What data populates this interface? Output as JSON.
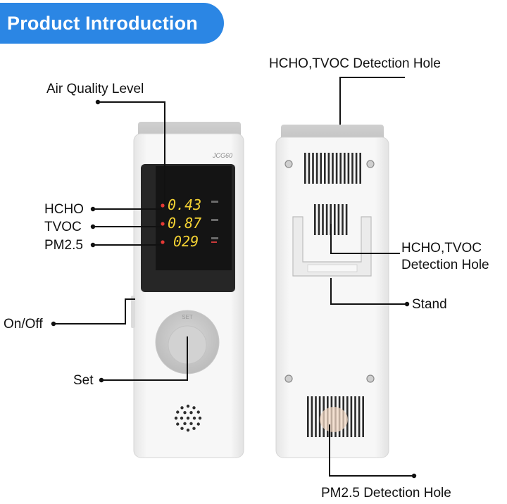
{
  "banner": {
    "title": "Product Introduction"
  },
  "device": {
    "model": "JCG60",
    "set_button_text": "SET",
    "readings": {
      "hcho": "0.43",
      "tvoc": "0.87",
      "pm25": "029"
    }
  },
  "labels": {
    "air_quality_level": "Air Quality Level",
    "hcho": "HCHO",
    "tvoc": "TVOC",
    "pm25": "PM2.5",
    "on_off": "On/Off",
    "set": "Set",
    "top_hole": "HCHO,TVOC Detection Hole",
    "back_hole_line1": "HCHO,TVOC",
    "back_hole_line2": "Detection Hole",
    "stand": "Stand",
    "pm25_hole": "PM2.5 Detection Hole"
  },
  "colors": {
    "banner": "#2b86e4",
    "device_body": "#f4f4f4",
    "display_digits": "#f4d233",
    "indicator": "#e53935"
  }
}
